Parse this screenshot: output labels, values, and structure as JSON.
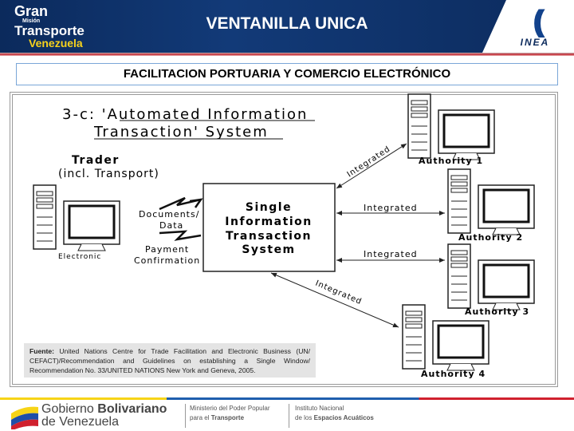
{
  "header": {
    "title": "VENTANILLA UNICA",
    "logo_left": {
      "line1": "Gran",
      "line2": "Misión",
      "line3": "Transporte",
      "line4": "Venezuela"
    },
    "logo_right": "INEA"
  },
  "subtitle": "FACILITACION PORTUARIA Y COMERCIO ELECTRÓNICO",
  "diagram": {
    "title_line1": "3-c: 'Automated Information",
    "title_line2": "Transaction' System",
    "trader_line1": "Trader",
    "trader_line2": "(incl. Transport)",
    "electronic": "Electronic",
    "documents_line1": "Documents/",
    "documents_line2": "Data",
    "payment_line1": "Payment",
    "payment_line2": "Confirmation",
    "center": [
      "Single",
      "Information",
      "Transaction",
      "System"
    ],
    "integrated": "Integrated",
    "authorities": [
      "Authority 1",
      "Authority 2",
      "Authority 3",
      "Authority 4"
    ]
  },
  "source": {
    "label": "Fuente:",
    "text": " United Nations Centre for Trade Facilitation and Electronic Business (UN/ CEFACT)/Recommendation and Guidelines on establishing a Single Window/ Recommendation No. 33/UNITED NATIONS New York and Geneva, 2005."
  },
  "footer": {
    "gov_line1_a": "Gobierno ",
    "gov_line1_b": "Bolivariano",
    "gov_line2": "de Venezuela",
    "ministry_line1": "Ministerio del Poder Popular",
    "ministry_line2_a": "para el ",
    "ministry_line2_b": "Transporte",
    "inst_line1": "Instituto Nacional",
    "inst_line2_a": "de los ",
    "inst_line2_b": "Espacios Acuáticos"
  }
}
